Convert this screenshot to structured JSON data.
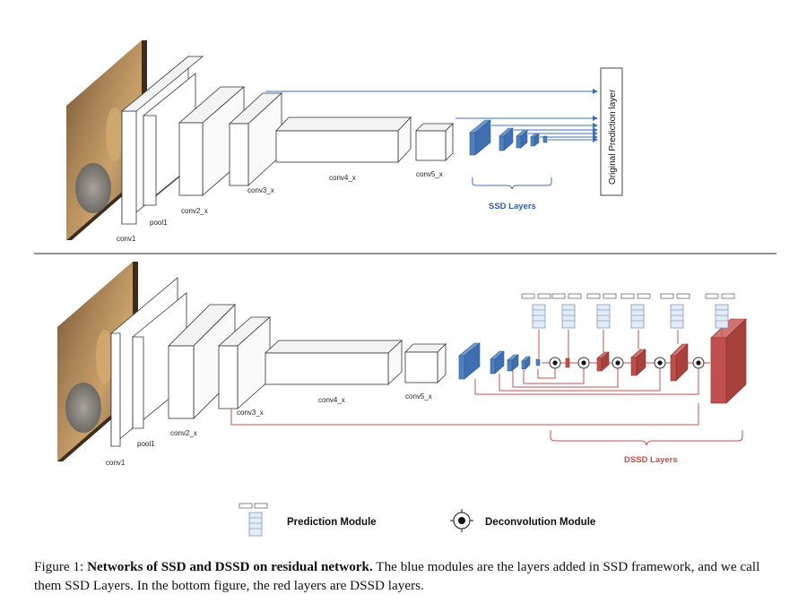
{
  "top_figure": {
    "layer_labels": {
      "conv1": "conv1",
      "pool1": "pool1",
      "conv2": "conv2_x",
      "conv3": "conv3_x",
      "conv4": "conv4_x",
      "conv5": "conv5_x"
    },
    "ssd_label": "SSD Layers",
    "prediction_layer_label": "Original Prediction layer"
  },
  "bottom_figure": {
    "layer_labels": {
      "conv1": "conv1",
      "pool1": "pool1",
      "conv2": "conv2_x",
      "conv3": "conv3_x",
      "conv4": "conv4_x",
      "conv5": "conv5_x"
    },
    "dssd_label": "DSSD Layers"
  },
  "legend": {
    "prediction_module": "Prediction Module",
    "deconvolution_module": "Deconvolution  Module"
  },
  "caption": {
    "prefix": "Figure 1: ",
    "bold": "Networks of SSD and DSSD on residual network.",
    "rest": " The blue modules are the layers added in SSD framework, and we call them SSD Layers. In the bottom figure, the red layers are DSSD layers."
  },
  "colors": {
    "ssd_blue": "#4f81bd",
    "dssd_red": "#c0504d",
    "arrow_blue": "#3f6fb0",
    "photo_brown": "#8a6a44"
  },
  "icons": [
    "prediction-module-icon",
    "deconvolution-module-icon"
  ]
}
